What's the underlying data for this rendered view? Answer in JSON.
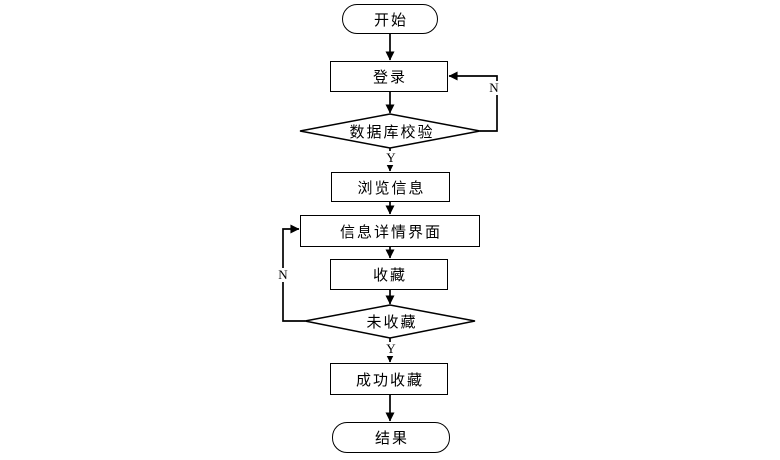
{
  "diagram": {
    "type": "flowchart",
    "nodes": {
      "start": {
        "label": "开始",
        "shape": "terminator"
      },
      "login": {
        "label": "登录",
        "shape": "process"
      },
      "db_check": {
        "label": "数据库校验",
        "shape": "decision"
      },
      "browse": {
        "label": "浏览信息",
        "shape": "process"
      },
      "detail": {
        "label": "信息详情界面",
        "shape": "process"
      },
      "collect": {
        "label": "收藏",
        "shape": "process"
      },
      "not_collected": {
        "label": "未收藏",
        "shape": "decision"
      },
      "success": {
        "label": "成功收藏",
        "shape": "process"
      },
      "result": {
        "label": "结果",
        "shape": "terminator"
      }
    },
    "edge_labels": {
      "db_check_yes": "Y",
      "db_check_no": "N",
      "not_collected_yes": "Y",
      "not_collected_no": "N"
    },
    "edges": [
      {
        "from": "start",
        "to": "login",
        "label": ""
      },
      {
        "from": "login",
        "to": "db_check",
        "label": ""
      },
      {
        "from": "db_check",
        "to": "browse",
        "label": "Y"
      },
      {
        "from": "db_check",
        "to": "login",
        "label": "N"
      },
      {
        "from": "browse",
        "to": "detail",
        "label": ""
      },
      {
        "from": "detail",
        "to": "collect",
        "label": ""
      },
      {
        "from": "collect",
        "to": "not_collected",
        "label": ""
      },
      {
        "from": "not_collected",
        "to": "success",
        "label": "Y"
      },
      {
        "from": "not_collected",
        "to": "detail",
        "label": "N"
      },
      {
        "from": "success",
        "to": "result",
        "label": ""
      }
    ],
    "colors": {
      "stroke": "#000000",
      "fill": "#ffffff",
      "text": "#000000",
      "background": "#ffffff"
    }
  }
}
